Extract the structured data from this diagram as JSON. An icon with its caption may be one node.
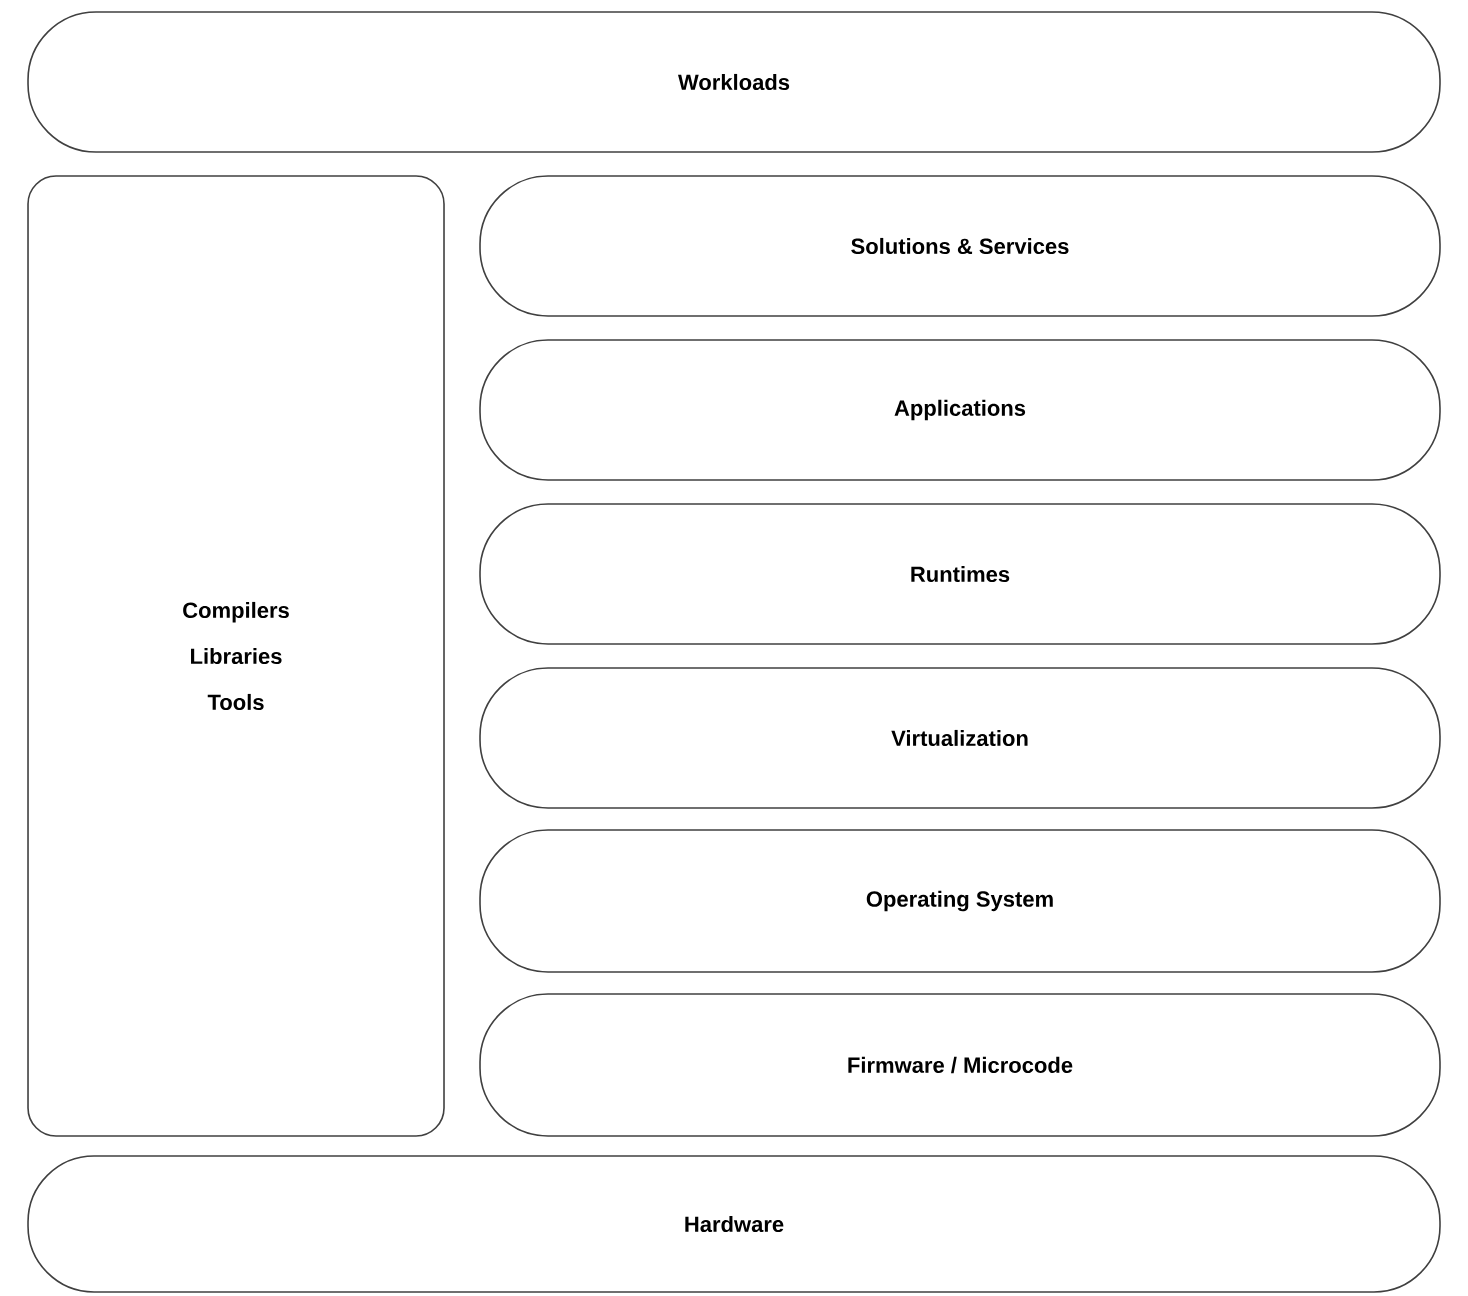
{
  "diagram": {
    "nodes": [
      {
        "text": [
          "Workloads"
        ]
      },
      {
        "text": [
          "Compilers",
          "Libraries",
          "Tools"
        ]
      },
      {
        "text": [
          "Solutions & Services"
        ]
      },
      {
        "text": [
          "Applications"
        ]
      },
      {
        "text": [
          "Runtimes"
        ]
      },
      {
        "text": [
          "Virtualization"
        ]
      },
      {
        "text": [
          "Operating System"
        ]
      },
      {
        "text": [
          "Firmware / Microcode"
        ]
      },
      {
        "text": [
          "Hardware"
        ]
      }
    ]
  }
}
